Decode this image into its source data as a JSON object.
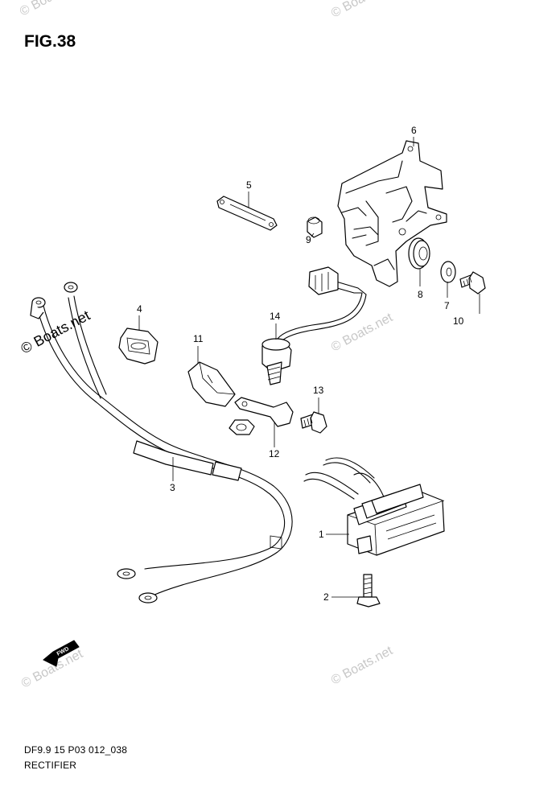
{
  "figure": {
    "title": "FIG.38",
    "code": "DF9.9 15 P03 012_038",
    "name": "RECTIFIER"
  },
  "watermark": {
    "text": "© Boats.net"
  },
  "fwd_label": "FWD",
  "callouts": [
    {
      "number": "1"
    },
    {
      "number": "2"
    },
    {
      "number": "3"
    },
    {
      "number": "4"
    },
    {
      "number": "5"
    },
    {
      "number": "6"
    },
    {
      "number": "7"
    },
    {
      "number": "8"
    },
    {
      "number": "9"
    },
    {
      "number": "10"
    },
    {
      "number": "11"
    },
    {
      "number": "12"
    },
    {
      "number": "13"
    },
    {
      "number": "14"
    }
  ]
}
